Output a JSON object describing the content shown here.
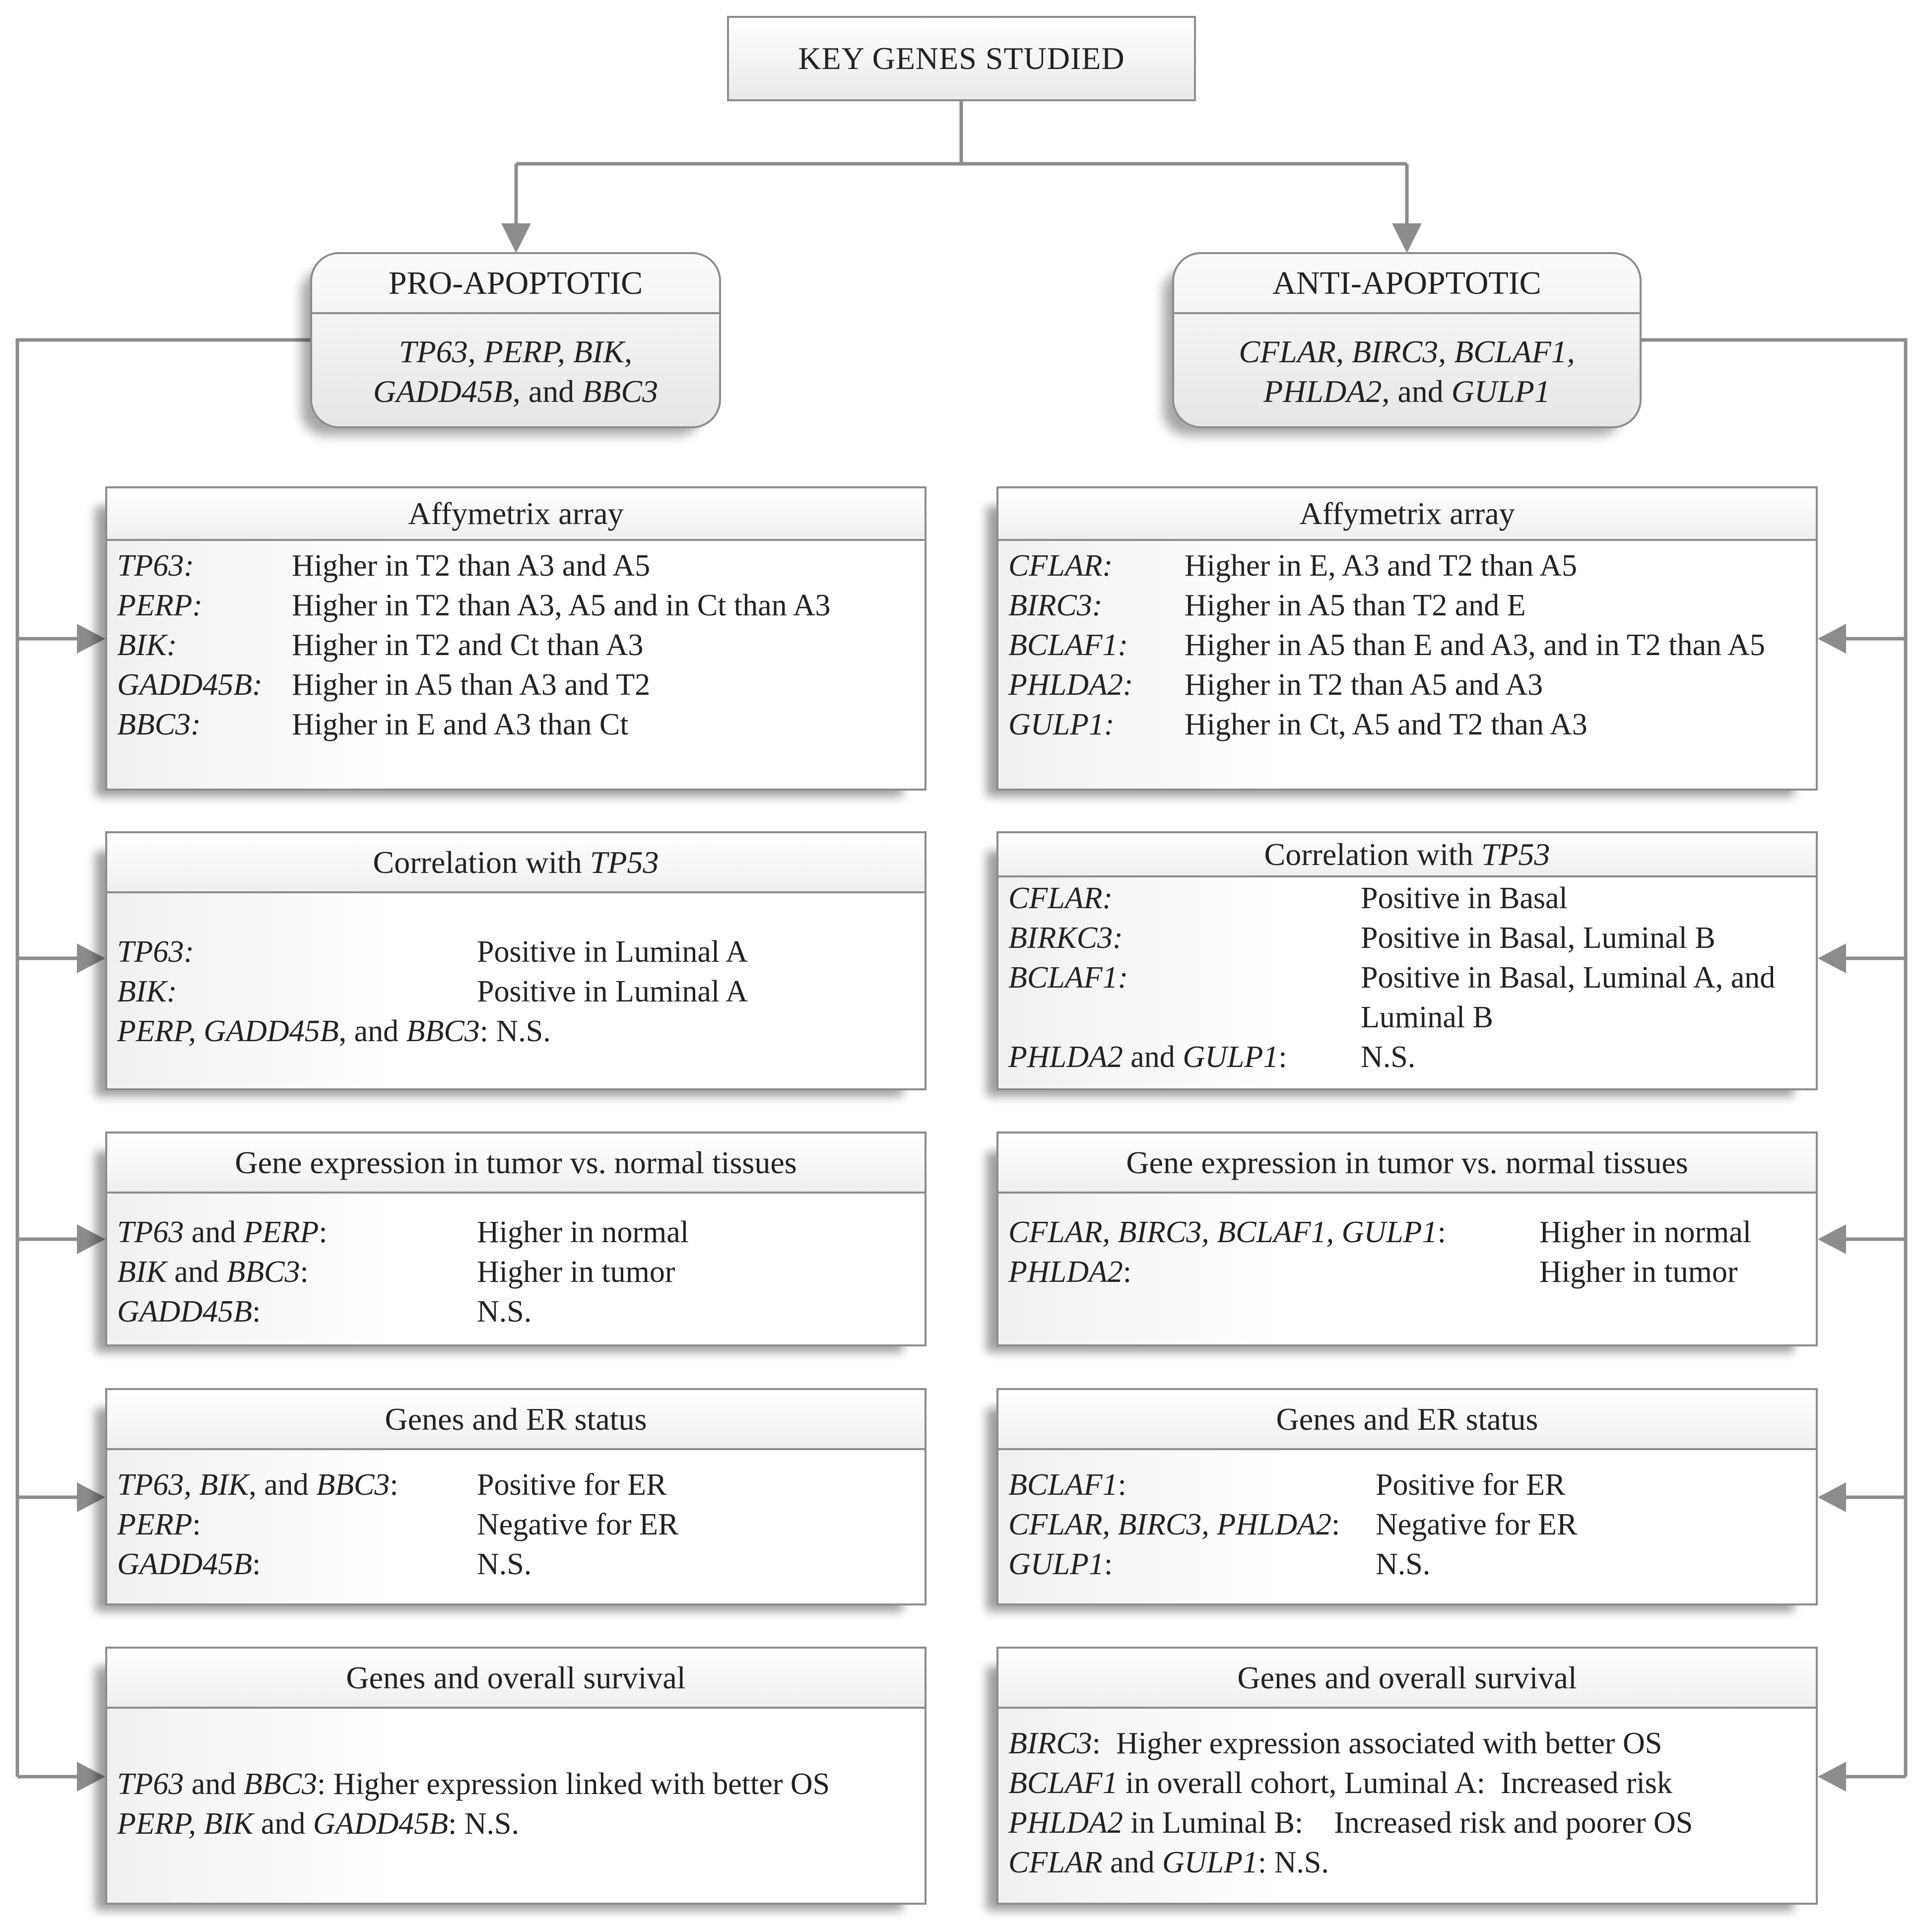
{
  "root": "KEY GENES STUDIED",
  "left": {
    "title": "PRO-APOPTOTIC",
    "genes_line1": "TP63, PERP, BIK,",
    "genes_line2a": "GADD45B,",
    "genes_line2b": " and ",
    "genes_line2c": "BBC3",
    "affy": {
      "title": "Affymetrix array",
      "rows": [
        {
          "gene": "TP63:",
          "desc": "Higher in T2 than A3 and A5"
        },
        {
          "gene": "PERP:",
          "desc": "Higher in T2 than A3, A5 and in Ct than A3"
        },
        {
          "gene": "BIK:",
          "desc": "Higher in T2 and Ct than A3"
        },
        {
          "gene": "GADD45B:",
          "desc": "Higher in A5 than A3 and T2"
        },
        {
          "gene": "BBC3:",
          "desc": "Higher in E and A3 than Ct"
        }
      ]
    },
    "corr": {
      "title_a": "Correlation with ",
      "title_b": "TP53",
      "rows": [
        {
          "gene": "TP63:",
          "desc": "Positive in Luminal A"
        },
        {
          "gene": "BIK:",
          "desc": "Positive in Luminal A"
        }
      ],
      "last": {
        "g1": "PERP, GADD45B",
        "sep": ", and ",
        "g2": "BBC3",
        "tail": ": N.S."
      }
    },
    "expr": {
      "title": "Gene expression in tumor vs. normal tissues",
      "rows": [
        {
          "g1": "TP63",
          "sep": " and ",
          "g2": "PERP",
          "colon": ":",
          "desc": "Higher in normal"
        },
        {
          "g1": "BIK",
          "sep": " and ",
          "g2": "BBC3",
          "colon": ":",
          "desc": "Higher in tumor"
        },
        {
          "g1": "GADD45B",
          "sep": "",
          "g2": "",
          "colon": ":",
          "desc": "N.S."
        }
      ]
    },
    "er": {
      "title": "Genes and ER status",
      "rows": [
        {
          "g1": "TP63, BIK",
          "sep": ", and ",
          "g2": "BBC3",
          "colon": ":",
          "desc": "Positive for ER"
        },
        {
          "g1": "PERP",
          "sep": "",
          "g2": "",
          "colon": ":",
          "desc": "Negative for ER"
        },
        {
          "g1": "GADD45B",
          "sep": "",
          "g2": "",
          "colon": ":",
          "desc": "N.S."
        }
      ]
    },
    "os": {
      "title": "Genes and overall survival",
      "line1": {
        "g1": "TP63",
        "sep": " and ",
        "g2": "BBC3",
        "tail": ": Higher expression linked with better OS"
      },
      "line2": {
        "g1": "PERP, BIK",
        "sep": " and ",
        "g2": "GADD45B",
        "tail": ": N.S."
      }
    }
  },
  "right": {
    "title": "ANTI-APOPTOTIC",
    "genes_line1": "CFLAR, BIRC3, BCLAF1,",
    "genes_line2a": "PHLDA2,",
    "genes_line2b": " and ",
    "genes_line2c": "GULP1",
    "affy": {
      "title": "Affymetrix array",
      "rows": [
        {
          "gene": "CFLAR:",
          "desc": "Higher in E, A3 and T2 than A5"
        },
        {
          "gene": "BIRC3:",
          "desc": "Higher in A5 than T2 and E"
        },
        {
          "gene": "BCLAF1:",
          "desc": "Higher in A5 than E and A3, and in T2 than A5"
        },
        {
          "gene": "PHLDA2:",
          "desc": "Higher in T2 than A5 and A3"
        },
        {
          "gene": "GULP1:",
          "desc": "Higher in Ct, A5 and T2 than A3"
        }
      ]
    },
    "corr": {
      "title_a": "Correlation with ",
      "title_b": "TP53",
      "rows": [
        {
          "gene": "CFLAR:",
          "desc": "Positive in Basal"
        },
        {
          "gene": "BIRKC3:",
          "desc": "Positive in Basal, Luminal B"
        },
        {
          "gene": "BCLAF1:",
          "desc": "Positive in Basal, Luminal A, and Luminal B"
        }
      ],
      "last": {
        "g1": "PHLDA2",
        "sep": " and ",
        "g2": "GULP1",
        "colon": ":",
        "desc": "N.S."
      }
    },
    "expr": {
      "title": "Gene expression in tumor vs. normal tissues",
      "rows": [
        {
          "gene": "CFLAR, BIRC3, BCLAF1, GULP1",
          "colon": ":",
          "desc": "Higher in normal"
        },
        {
          "gene": "PHLDA2",
          "colon": ":",
          "desc": "Higher in tumor"
        }
      ]
    },
    "er": {
      "title": "Genes and ER status",
      "rows": [
        {
          "gene": "BCLAF1",
          "colon": ":",
          "desc": "Positive for ER"
        },
        {
          "gene": "CFLAR, BIRC3, PHLDA2",
          "colon": ":",
          "desc": "Negative for ER"
        },
        {
          "gene": "GULP1",
          "colon": ":",
          "desc": "N.S."
        }
      ]
    },
    "os": {
      "title": "Genes and overall survival",
      "line1": {
        "g1": "BIRC3",
        "tail": ":  Higher expression associated with better OS"
      },
      "line2": {
        "g1": "BCLAF1",
        "tail": " in overall cohort, Luminal A:  Increased risk"
      },
      "line3": {
        "g1": "PHLDA2",
        "tail": " in Luminal B:    Increased risk and poorer OS"
      },
      "line4": {
        "g1": "CFLAR",
        "sep": " and ",
        "g2": "GULP1",
        "tail": ": N.S."
      }
    }
  }
}
